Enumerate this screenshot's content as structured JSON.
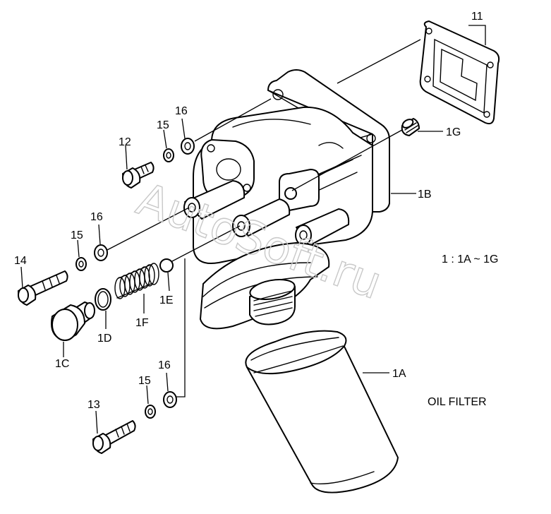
{
  "labels": {
    "part_11": "11",
    "part_16_top": "16",
    "part_15_top": "15",
    "part_12": "12",
    "part_1G": "1G",
    "part_1B": "1B",
    "part_16_mid": "16",
    "part_15_mid": "15",
    "part_14": "14",
    "part_1E": "1E",
    "part_1F": "1F",
    "part_1D": "1D",
    "part_1C": "1C",
    "part_1A": "1A",
    "part_16_bot": "16",
    "part_15_bot": "15",
    "part_13": "13"
  },
  "notes": {
    "range": "1 : 1A ~ 1G",
    "title": "OIL FILTER"
  },
  "watermark": "AutoSoft.ru"
}
